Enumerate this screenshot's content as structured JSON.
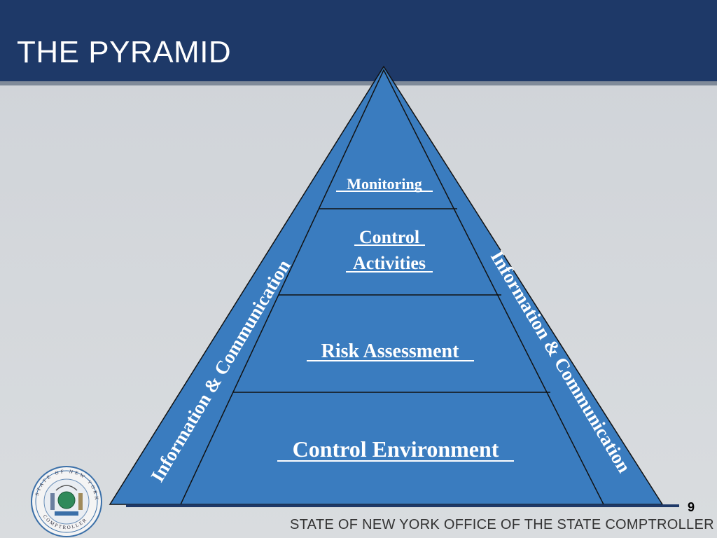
{
  "slide": {
    "title": "THE PYRAMID",
    "page_number": "9",
    "footer": "STATE OF NEW YORK OFFICE OF THE STATE COMPTROLLER"
  },
  "pyramid": {
    "levels": {
      "monitoring": "Monitoring",
      "control_activities_line1": "Control",
      "control_activities_line2": "Activities",
      "risk_assessment": "Risk Assessment",
      "control_environment": "Control Environment"
    },
    "side_left": "Information & Communication",
    "side_right": "Information & Communication",
    "colors": {
      "fill": "#3a7cbf",
      "stroke": "#111111"
    }
  },
  "seal": {
    "top_text": "STATE OF NEW YORK",
    "bottom_text": "COMPTROLLER",
    "icon": "state-seal-icon"
  }
}
